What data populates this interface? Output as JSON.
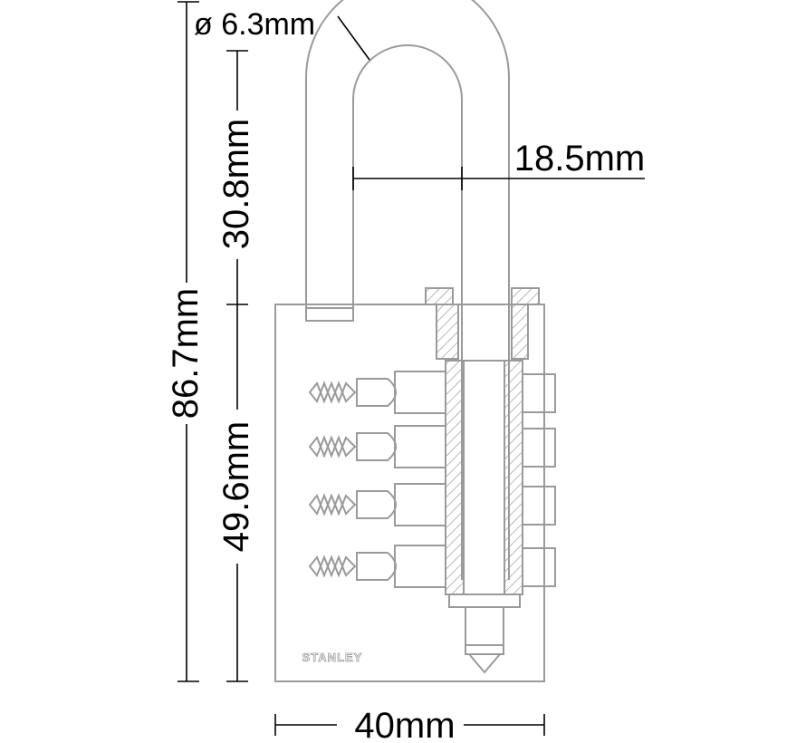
{
  "dimensions": {
    "overall_height": "86.7mm",
    "shackle_clearance": "30.8mm",
    "body_height": "49.6mm",
    "body_width": "40mm",
    "shackle_inner_width": "18.5mm",
    "shackle_diameter": "ø 6.3mm"
  },
  "brand": {
    "logo_text": "STANLEY"
  },
  "colors": {
    "outline": "#9a9a9a",
    "dimension": "#000000",
    "background": "#ffffff"
  }
}
